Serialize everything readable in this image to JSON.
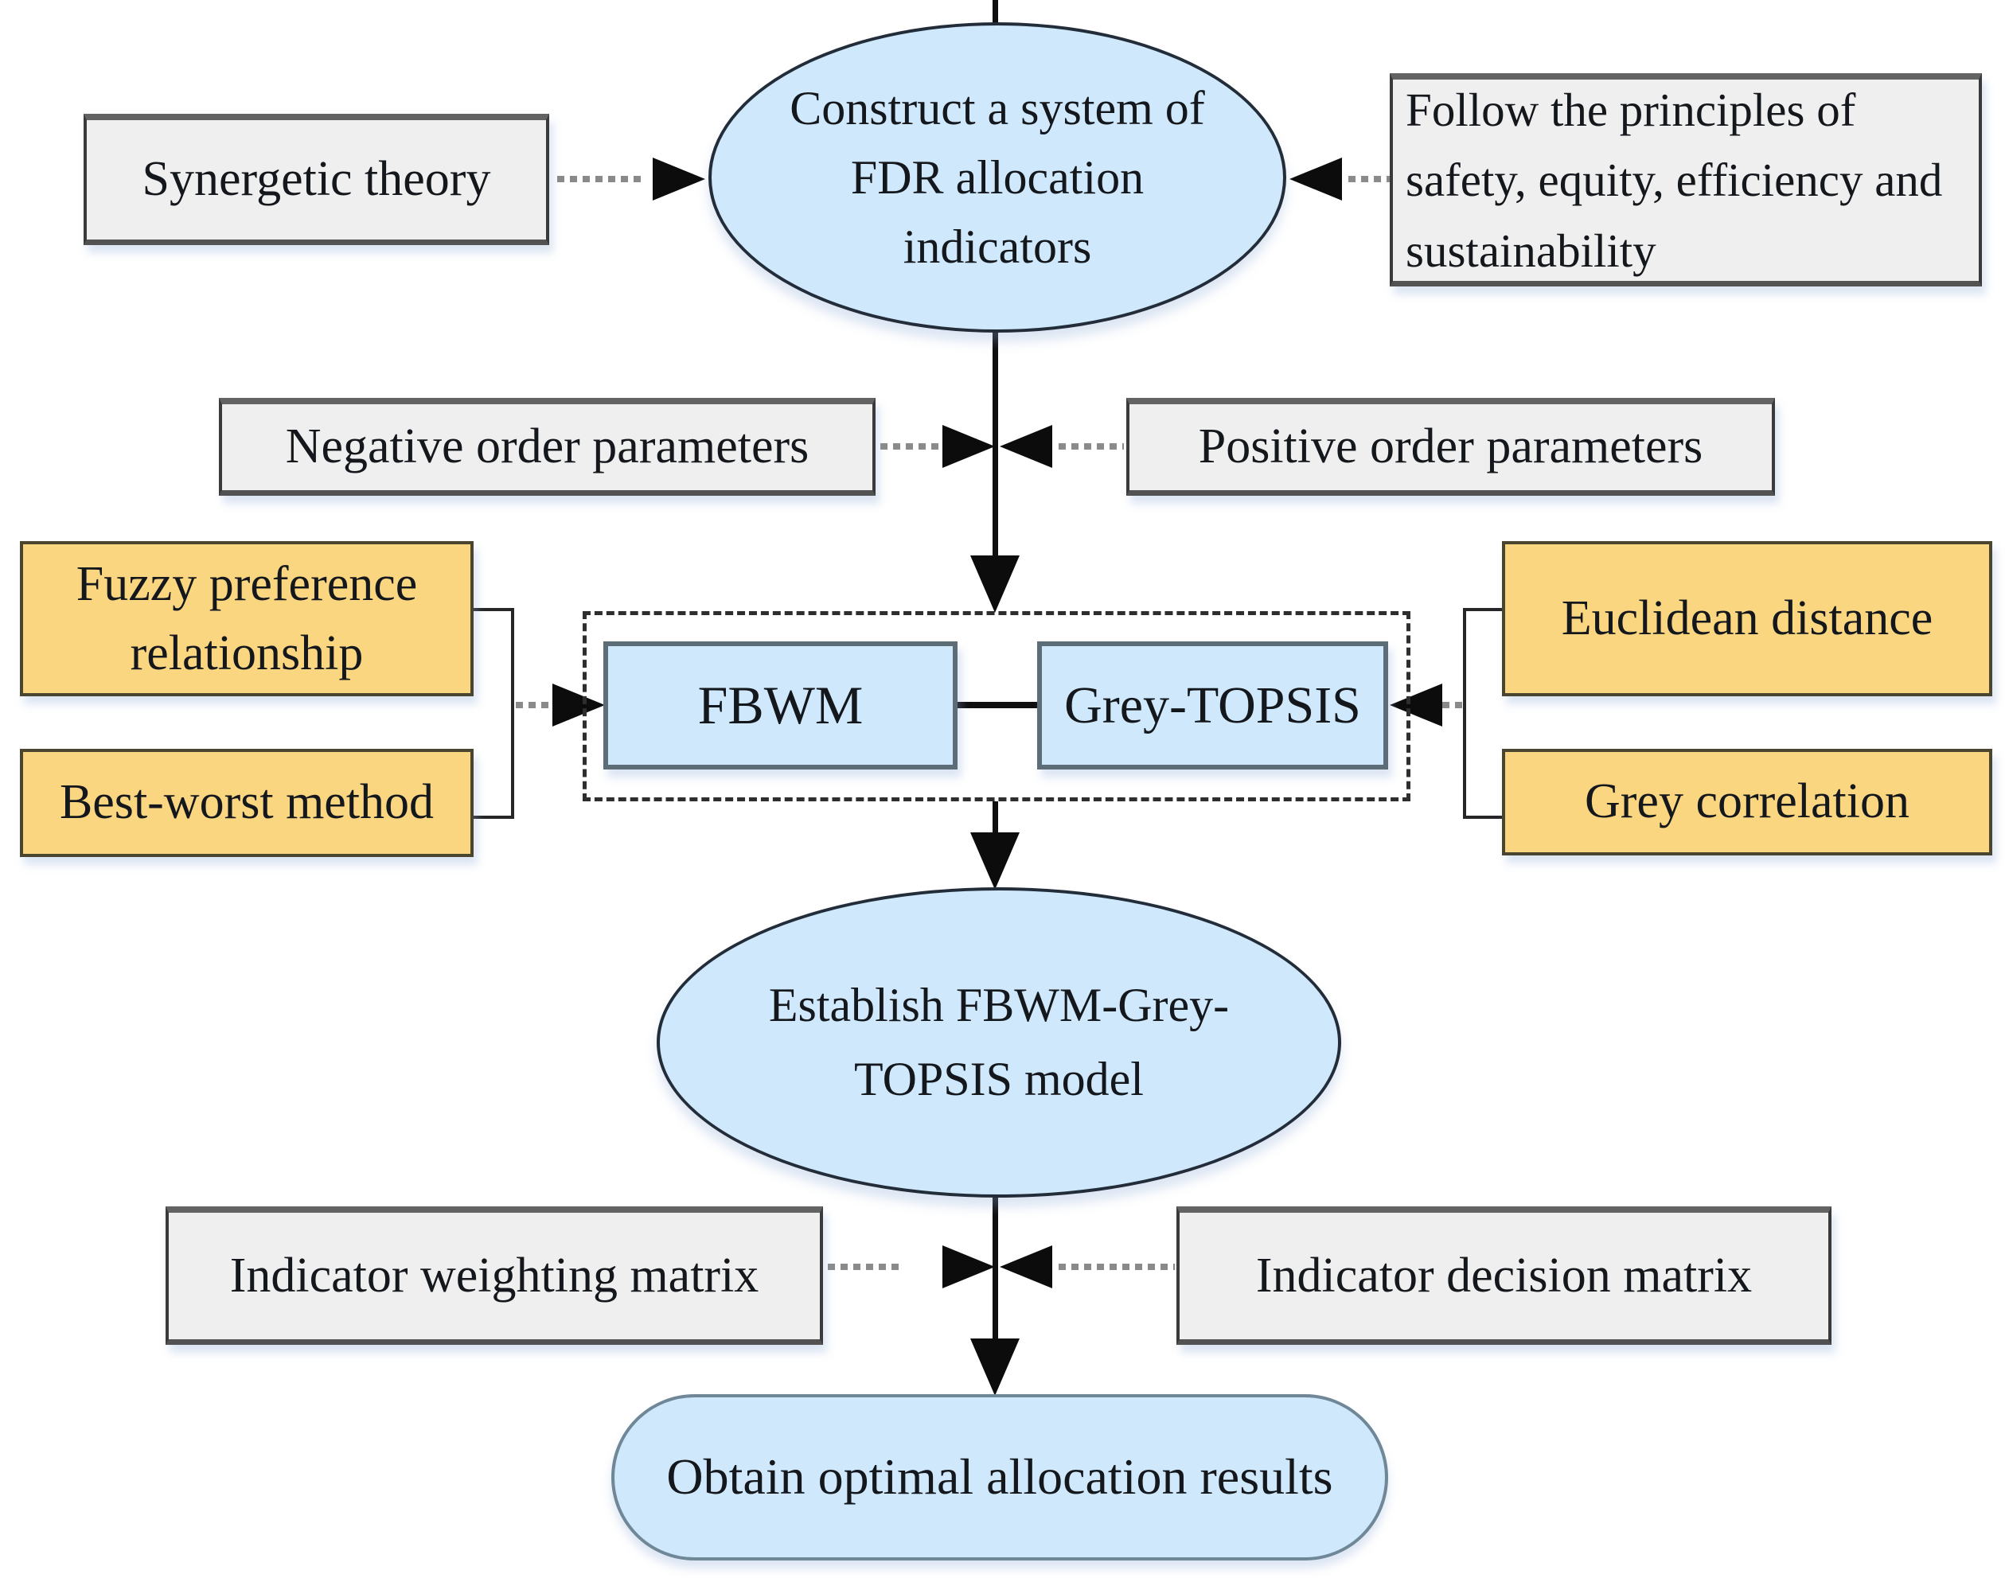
{
  "nodes": {
    "synergetic_theory": {
      "label": "Synergetic theory"
    },
    "construct_system": {
      "label": "Construct a system of FDR allocation indicators"
    },
    "follow_principles": {
      "label": "Follow the principles of safety, equity, efficiency and sustainability"
    },
    "negative_order": {
      "label": "Negative order parameters"
    },
    "positive_order": {
      "label": "Positive order parameters"
    },
    "fuzzy_preference": {
      "label": "Fuzzy preference relationship"
    },
    "best_worst": {
      "label": "Best-worst method"
    },
    "fbwm": {
      "label": "FBWM"
    },
    "grey_topsis": {
      "label": "Grey-TOPSIS"
    },
    "euclidean_distance": {
      "label": "Euclidean distance"
    },
    "grey_correlation": {
      "label": "Grey correlation"
    },
    "establish_model": {
      "label": "Establish FBWM-Grey-TOPSIS model"
    },
    "indicator_weighting": {
      "label": "Indicator weighting matrix"
    },
    "indicator_decision": {
      "label": "Indicator decision matrix"
    },
    "obtain_results": {
      "label": "Obtain optimal allocation results"
    }
  },
  "colors": {
    "node_blue": "#cfe8fb",
    "node_yellow": "#fbd681",
    "node_gray": "#f0efef",
    "line_black": "#0f0f0f",
    "dotted_gray": "#8a8a8a",
    "dashed_border": "#2e2e2e"
  }
}
